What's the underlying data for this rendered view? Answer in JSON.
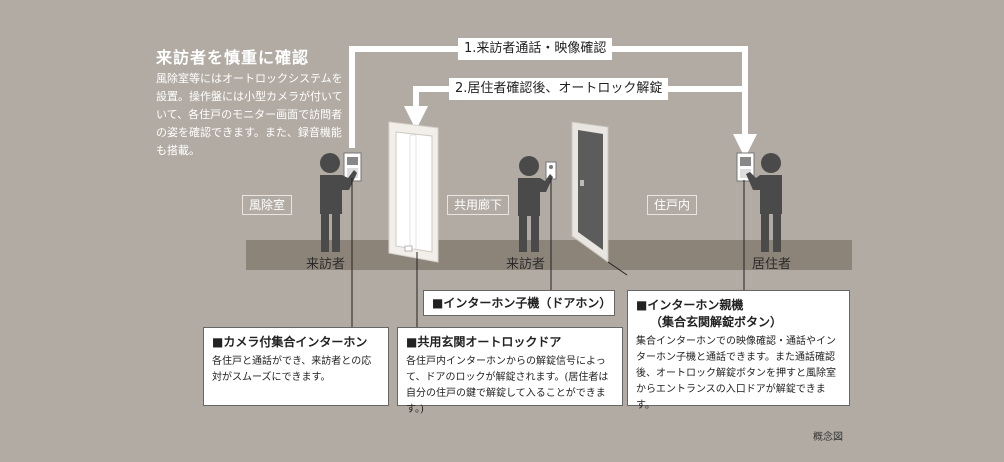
{
  "headline": "来訪者を慎重に確認",
  "intro": "風除室等にはオートロックシステムを設置。操作盤には小型カメラが付いていて、各住戸のモニター画面で訪問者の姿を確認できます。また、録音機能も搭載。",
  "steps": [
    {
      "label": "1.来訪者通話・映像確認"
    },
    {
      "label": "2.居住者確認後、オートロック解錠"
    }
  ],
  "zones": [
    {
      "label": "風除室"
    },
    {
      "label": "共用廊下"
    },
    {
      "label": "住戸内"
    }
  ],
  "people": [
    {
      "label": "来訪者"
    },
    {
      "label": "来訪者"
    },
    {
      "label": "居住者"
    }
  ],
  "callouts": {
    "camera_intercom": {
      "title": "■カメラ付集合インターホン",
      "text": "各住戸と通話ができ、来訪者との応対がスムーズにできます。"
    },
    "autolock_door": {
      "title": "■共用玄関オートロックドア",
      "text": "各住戸内インターホンからの解錠信号によって、ドアのロックが解錠されます。(居住者は自分の住戸の鍵で解錠して入ることができます。)"
    },
    "slave_unit": {
      "title": "■インターホン子機（ドアホン）"
    },
    "master_unit": {
      "title": "■インターホン親機",
      "title2": "（集合玄関解錠ボタン）",
      "text": "集合インターホンでの映像確認・通話やインターホン子機と通話できます。また通話確認後、オートロック解錠ボタンを押すと風除室からエントランスの入口ドアが解錠できます。"
    }
  },
  "footnote": "概念図",
  "colors": {
    "background": "#b2aba3",
    "floor": "#8c8379",
    "figure": "#4a4a4a",
    "arrow": "#ffffff"
  }
}
